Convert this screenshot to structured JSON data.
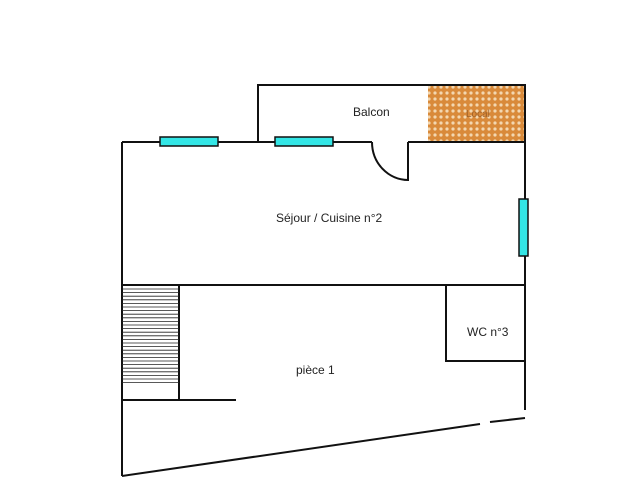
{
  "rooms": {
    "balcon": "Balcon",
    "local": "Local",
    "sejour": "Séjour / Cuisine n°2",
    "wc": "WC n°3",
    "piece1": "pièce 1"
  },
  "colors": {
    "window": "#33e6e6",
    "local_hatch": "#d98a3a",
    "wall": "#111111"
  }
}
